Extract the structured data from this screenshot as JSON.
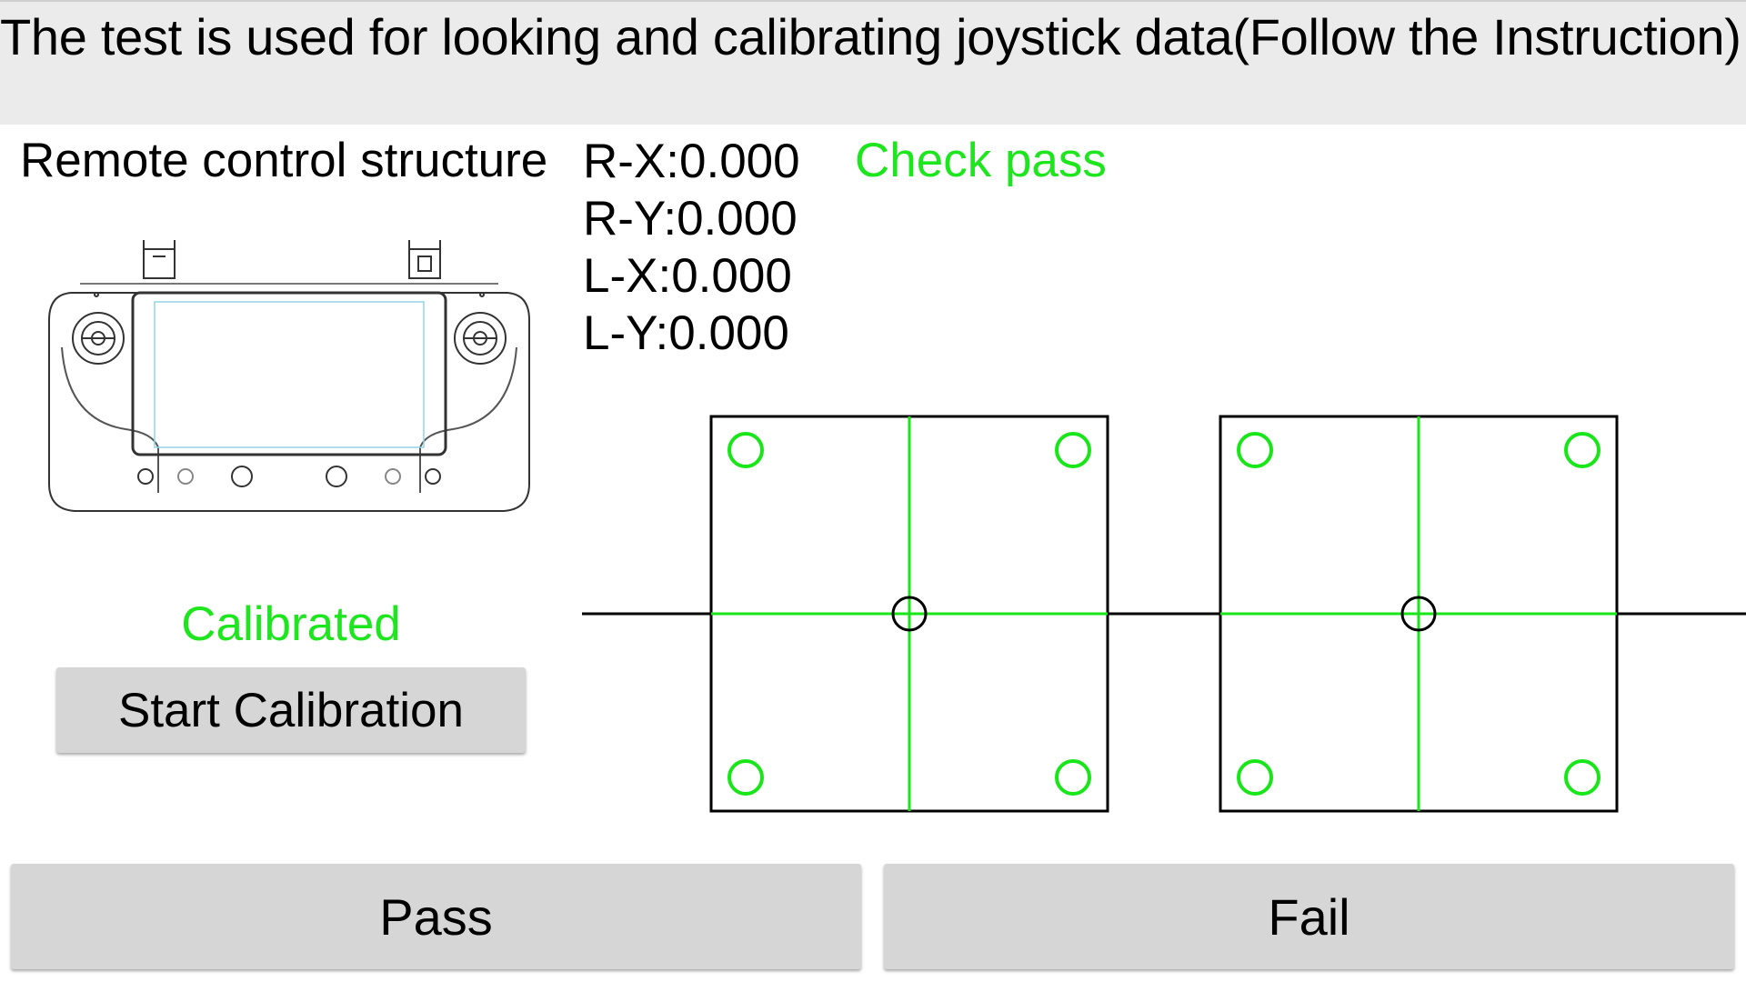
{
  "header": {
    "text": "The test is used for looking and calibrating joystick data(Follow the Instruction)"
  },
  "structure": {
    "label": "Remote control structure",
    "image_icon": "remote-controller-diagram"
  },
  "axes": [
    {
      "key": "R-X",
      "text": "R-X:0.000",
      "value": 0.0
    },
    {
      "key": "R-Y",
      "text": "R-Y:0.000",
      "value": 0.0
    },
    {
      "key": "L-X",
      "text": "L-X:0.000",
      "value": 0.0
    },
    {
      "key": "L-Y",
      "text": "L-Y:0.000",
      "value": 0.0
    }
  ],
  "check_status": "Check pass",
  "calibration": {
    "status": "Calibrated",
    "button_label": "Start Calibration"
  },
  "joysticks": [
    {
      "name": "left",
      "x": 0.0,
      "y": 0.0
    },
    {
      "name": "right",
      "x": 0.0,
      "y": 0.0
    }
  ],
  "footer": {
    "pass_label": "Pass",
    "fail_label": "Fail"
  },
  "colors": {
    "status_green": "#1ee61e",
    "guide_green": "#19e619",
    "header_bg": "#ebebeb",
    "button_bg": "#d6d6d6"
  }
}
